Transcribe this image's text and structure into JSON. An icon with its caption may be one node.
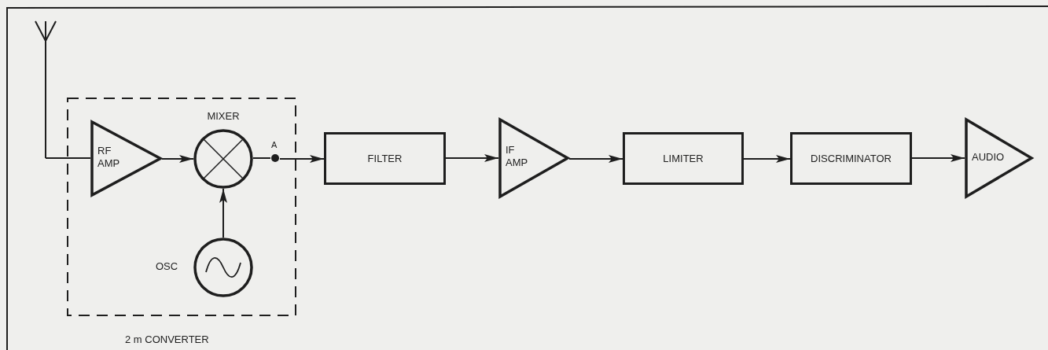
{
  "diagram": {
    "nodes": [
      {
        "text": [
          "2 m CONVERTER"
        ]
      },
      {
        "text": [],
        "shape": "antenna"
      },
      {
        "text": [
          "RF AMP"
        ],
        "in": 0
      },
      {
        "text": [
          "MIXER"
        ],
        "in": 0
      },
      {
        "text": [
          "OSC"
        ],
        "in": 0
      },
      {
        "text": [
          "A"
        ],
        "in": 0
      },
      {
        "text": [
          "FILTER"
        ]
      },
      {
        "text": [
          "IF AMP"
        ]
      },
      {
        "text": [
          "LIMITER"
        ]
      },
      {
        "text": [
          "DISCRIMINATOR"
        ]
      },
      {
        "text": [
          "AUDIO"
        ]
      }
    ],
    "edges": [
      {
        "from": 1,
        "to": 2,
        "arrow": "none"
      },
      {
        "from": 2,
        "to": 3,
        "arrow": "to"
      },
      {
        "from": 4,
        "to": 3,
        "arrow": "to"
      },
      {
        "from": 3,
        "to": 5,
        "arrow": "none"
      },
      {
        "from": 5,
        "to": 6,
        "arrow": "to"
      },
      {
        "from": 6,
        "to": 7,
        "arrow": "to"
      },
      {
        "from": 7,
        "to": 8,
        "arrow": "to"
      },
      {
        "from": 8,
        "to": 9,
        "arrow": "to"
      },
      {
        "from": 9,
        "to": 10,
        "arrow": "to"
      }
    ]
  }
}
